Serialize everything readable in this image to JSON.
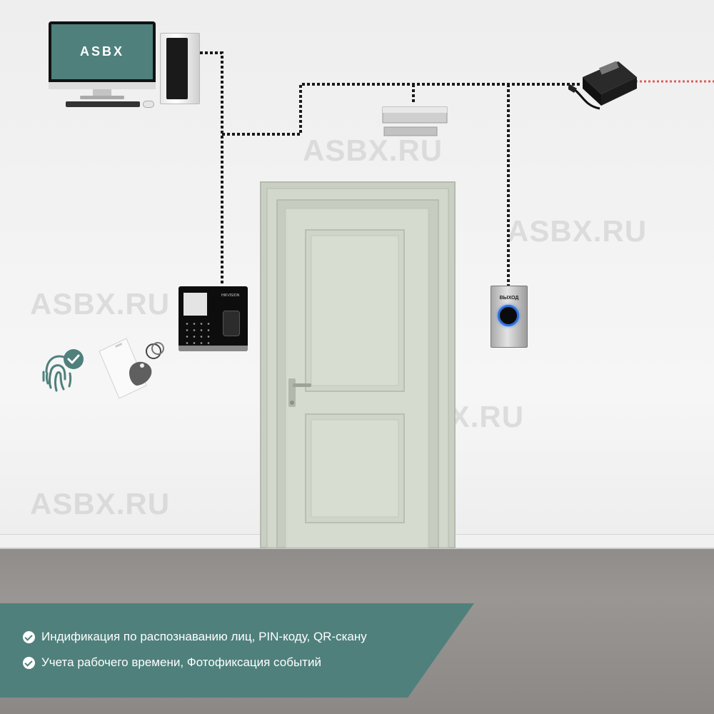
{
  "brand": {
    "monitor_logo": "ASBX",
    "accent_color": "#4f807c"
  },
  "watermarks": [
    "ASBX.RU",
    "ASBX.RU",
    "ASBX.RU",
    "ASBX.RU",
    "ASBX.RU"
  ],
  "exit_button": {
    "label": "ВЫХОД"
  },
  "terminal": {
    "brand": "HIKVISION"
  },
  "features": [
    "Индификация по распознаванию лиц, PIN-коду, QR-скану",
    "Учета рабочего времени, Фотофиксация событий"
  ],
  "icons": [
    "fingerprint-check-icon",
    "rfid-card-icon",
    "key-fob-icon",
    "check-circle-icon"
  ]
}
